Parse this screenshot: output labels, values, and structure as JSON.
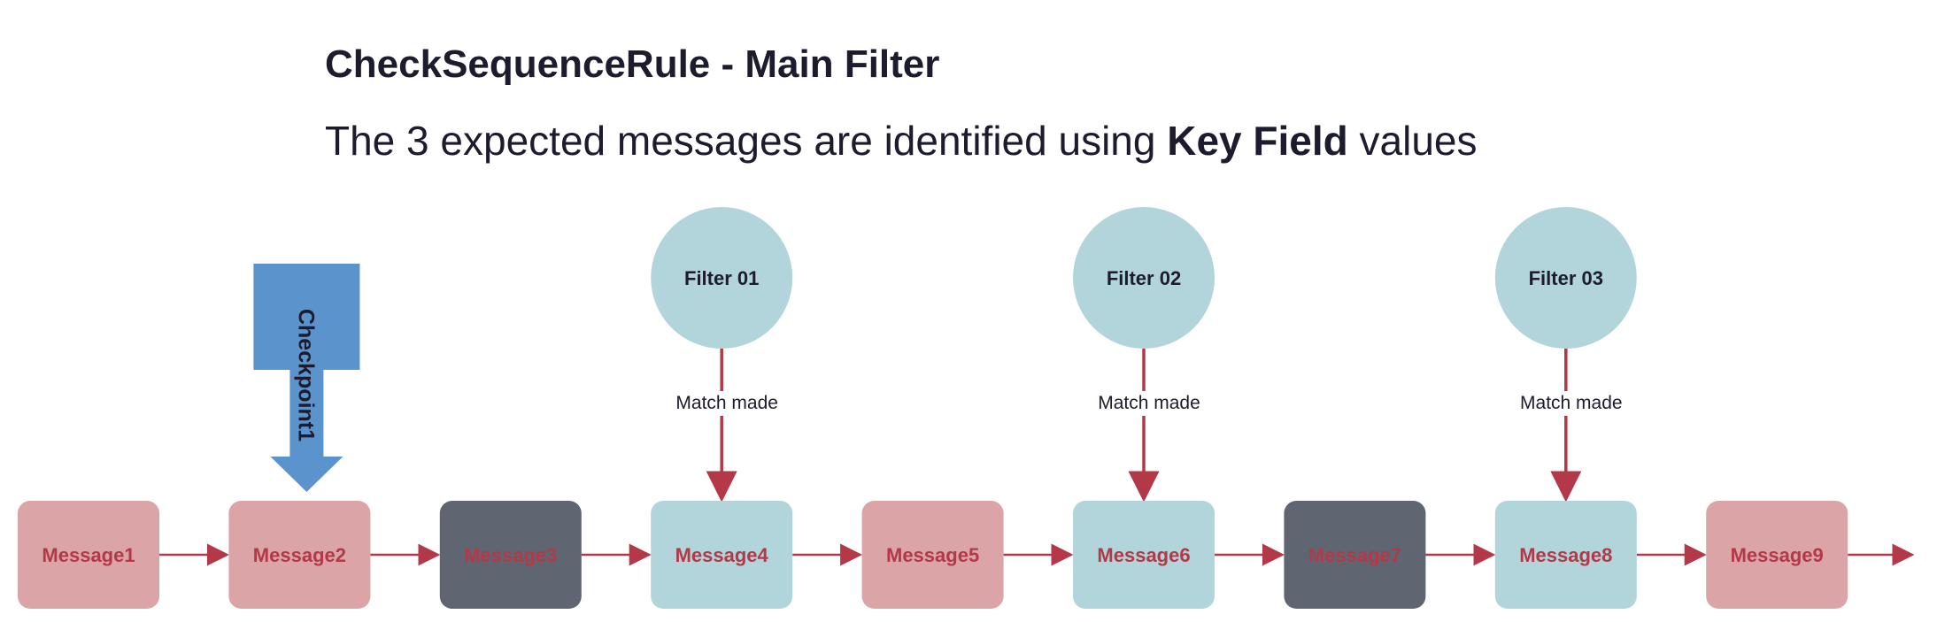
{
  "header": {
    "title": "CheckSequenceRule - Main Filter",
    "subtitle_prefix": "The 3 expected messages are identified using ",
    "subtitle_bold": "Key Field",
    "subtitle_suffix": " values"
  },
  "colors": {
    "pink_fill": "#dba5a7",
    "dark_fill": "#5f6672",
    "teal_fill": "#b1d5da",
    "message_text": "#b33848",
    "arrow": "#b33848",
    "checkpoint": "#5b94cd",
    "dark_text": "#1c1c2e"
  },
  "messages": [
    {
      "label": "Message1",
      "kind": "pink"
    },
    {
      "label": "Message2",
      "kind": "pink"
    },
    {
      "label": "Message3",
      "kind": "dark"
    },
    {
      "label": "Message4",
      "kind": "teal"
    },
    {
      "label": "Message5",
      "kind": "pink"
    },
    {
      "label": "Message6",
      "kind": "teal"
    },
    {
      "label": "Message7",
      "kind": "dark"
    },
    {
      "label": "Message8",
      "kind": "teal"
    },
    {
      "label": "Message9",
      "kind": "pink"
    }
  ],
  "filters": [
    {
      "label": "Filter 01",
      "target": "Message4",
      "edge_label": "Match made"
    },
    {
      "label": "Filter 02",
      "target": "Message6",
      "edge_label": "Match made"
    },
    {
      "label": "Filter 03",
      "target": "Message8",
      "edge_label": "Match made"
    }
  ],
  "checkpoint": {
    "label": "Checkpoint1",
    "target": "Message2"
  }
}
